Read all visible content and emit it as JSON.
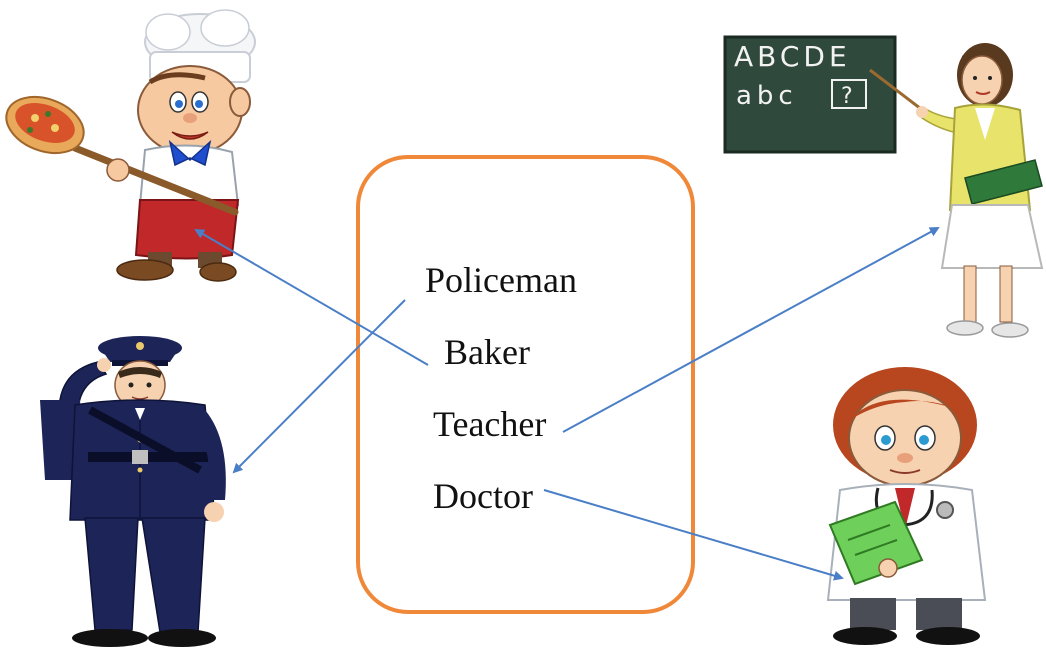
{
  "words": {
    "policeman": "Policeman",
    "baker": "Baker",
    "teacher": "Teacher",
    "doctor": "Doctor"
  },
  "board": {
    "upper": "ABCDE",
    "lower": "abc",
    "question": "?"
  },
  "colors": {
    "box_border": "#f0883a",
    "arrow": "#4a7fc7",
    "board": "#2f4a3c"
  },
  "icons": [
    "baker-picture",
    "policeman-picture",
    "teacher-picture",
    "doctor-picture"
  ]
}
